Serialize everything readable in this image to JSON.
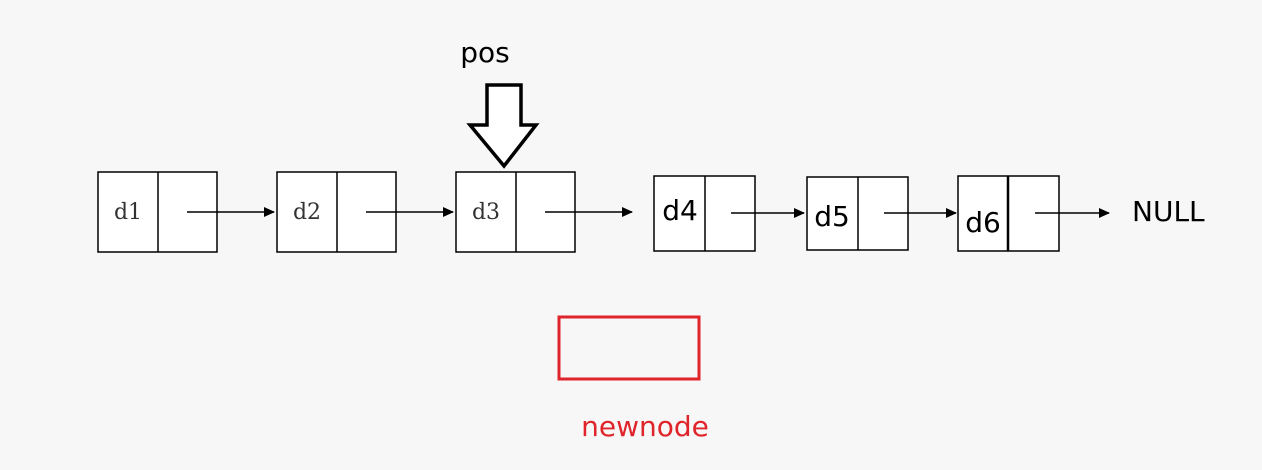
{
  "diagram": {
    "pointer_label": "pos",
    "nodes": [
      {
        "label": "d1"
      },
      {
        "label": "d2"
      },
      {
        "label": "d3"
      },
      {
        "label": "d4"
      },
      {
        "label": "d5"
      },
      {
        "label": "d6"
      }
    ],
    "tail_label": "NULL",
    "new_node_label": "newnode",
    "colors": {
      "stroke": "#000000",
      "new_node": "#e0242b",
      "background": "#f7f7f7",
      "node_fill": "#ffffff"
    }
  }
}
